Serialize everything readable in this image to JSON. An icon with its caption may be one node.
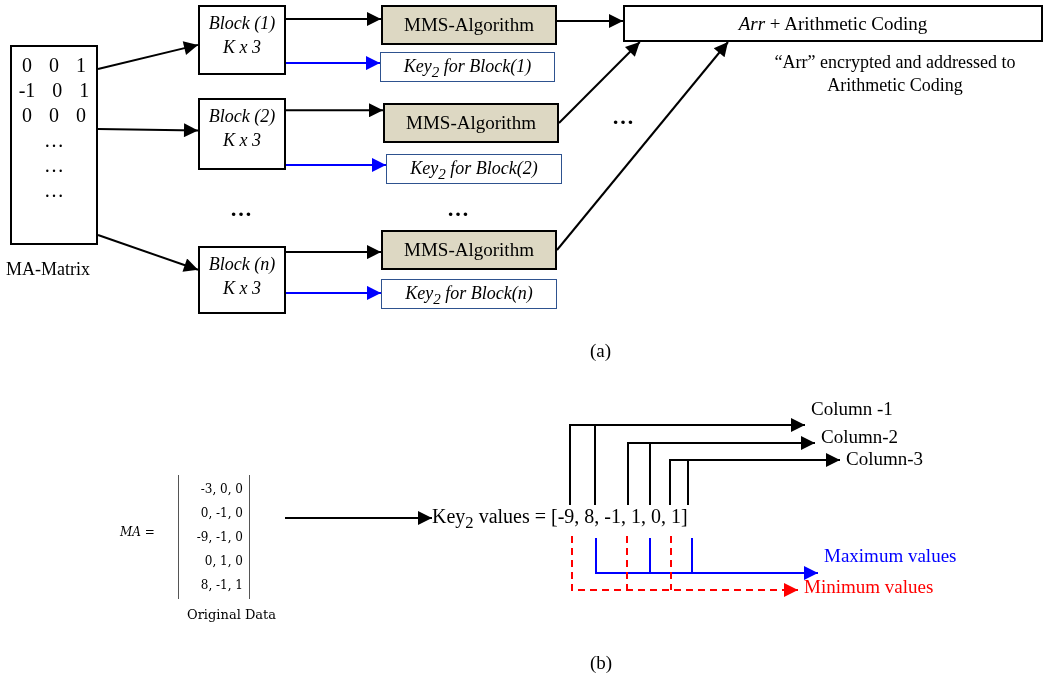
{
  "diagram": {
    "nodes": [
      {
        "text": [
          "0 0 1",
          "-1 0 1",
          "0 0 0",
          "…",
          "…",
          "…",
          "MA-Matrix"
        ]
      },
      {
        "text": [
          "Block (1)",
          "K x 3"
        ]
      },
      {
        "text": [
          "MMS-Algorithm"
        ]
      },
      {
        "text": [
          "Key$_{2}$ for Block(1)"
        ]
      },
      {
        "text": [
          "Block (2)",
          "K x 3"
        ]
      },
      {
        "text": [
          "MMS-Algorithm"
        ]
      },
      {
        "text": [
          "Key$_{2}$ for Block(2)"
        ]
      },
      {
        "text": [
          "Block (n)",
          "K x 3"
        ]
      },
      {
        "text": [
          "MMS-Algorithm"
        ]
      },
      {
        "text": [
          "Key$_{2}$ for Block(n)"
        ]
      },
      {
        "text": [
          "*Arr* + Arithmetic Coding"
        ],
        "beside": [
          "“Arr” encrypted and addressed to Arithmetic Coding"
        ]
      },
      {
        "text": [
          "*MA* =",
          "-3, 0, 0",
          "0, -1, 0",
          "-9, -1, 0",
          "0, 1, 0",
          "8, -1, 1",
          "Original Data"
        ]
      },
      {
        "text": [
          "Key$_{2}$ values = [-9, 8, -1, 1, 0, 1]"
        ]
      },
      {
        "text": [
          "Column -1"
        ]
      },
      {
        "text": [
          "Column-2"
        ]
      },
      {
        "text": [
          "Column-3"
        ]
      },
      {
        "text": [
          "Maximum values"
        ]
      },
      {
        "text": [
          "Minimum values"
        ]
      }
    ],
    "edges": [
      {
        "from": 0,
        "to": 1,
        "arrow": "to"
      },
      {
        "from": 0,
        "to": 4,
        "arrow": "to"
      },
      {
        "from": 0,
        "to": 7,
        "arrow": "to"
      },
      {
        "from": 1,
        "to": 2,
        "arrow": "to"
      },
      {
        "from": 1,
        "to": 3,
        "arrow": "to",
        "color": "#0000ff"
      },
      {
        "from": 4,
        "to": 5,
        "arrow": "to"
      },
      {
        "from": 4,
        "to": 6,
        "arrow": "to",
        "color": "#0000ff"
      },
      {
        "from": 7,
        "to": 8,
        "arrow": "to"
      },
      {
        "from": 7,
        "to": 9,
        "arrow": "to",
        "color": "#0000ff"
      },
      {
        "from": 2,
        "to": 10,
        "arrow": "to"
      },
      {
        "from": 5,
        "to": 10,
        "arrow": "to"
      },
      {
        "from": 8,
        "to": 10,
        "arrow": "to"
      },
      {
        "from": 11,
        "to": 12,
        "arrow": "to"
      },
      {
        "from": 12,
        "to": 13,
        "arrow": "to"
      },
      {
        "from": 12,
        "to": 14,
        "arrow": "to"
      },
      {
        "from": 12,
        "to": 15,
        "arrow": "to"
      },
      {
        "from": 12,
        "to": 16,
        "arrow": "to",
        "color": "#0000ff"
      },
      {
        "from": 12,
        "to": 17,
        "arrow": "to",
        "style": "dashed",
        "color": "#ff0000"
      }
    ],
    "labels": [
      "…",
      "…",
      "…",
      "(a)",
      "(b)"
    ]
  }
}
